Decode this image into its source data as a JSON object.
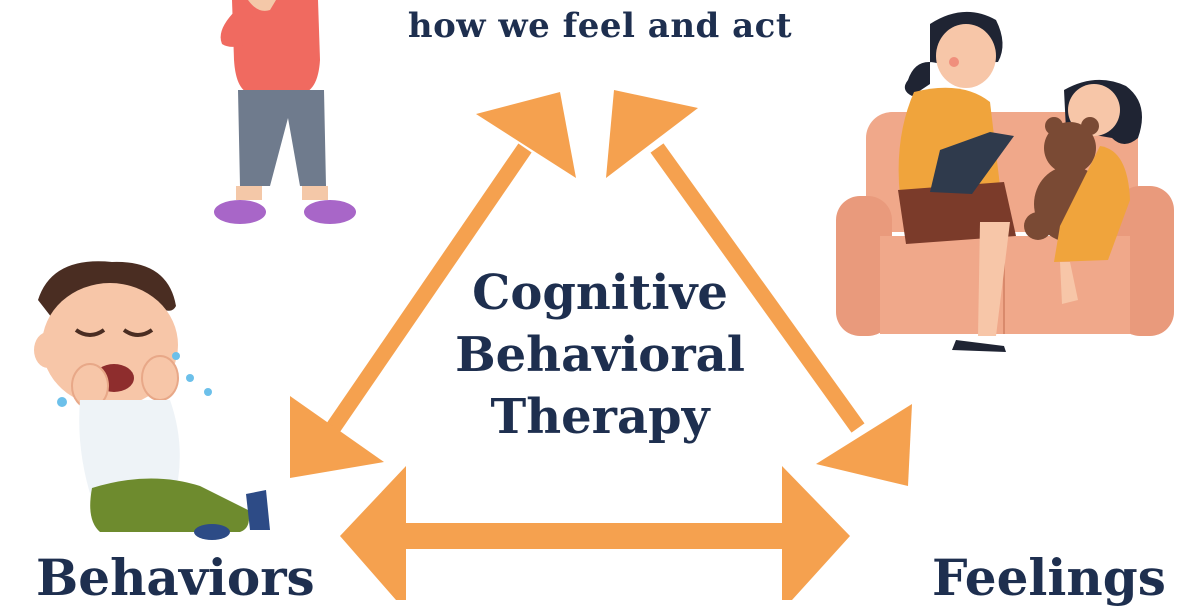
{
  "top_caption": "how we feel and act",
  "center_title": [
    "Cognitive",
    "Behavioral",
    "Therapy"
  ],
  "labels": {
    "behaviors": "Behaviors",
    "feelings": "Feelings"
  },
  "colors": {
    "arrow": "#f5a14f",
    "text": "#1e2f4f"
  },
  "icons": [
    "thinking-child-illustration",
    "crying-boy-illustration",
    "therapist-with-child-illustration"
  ]
}
